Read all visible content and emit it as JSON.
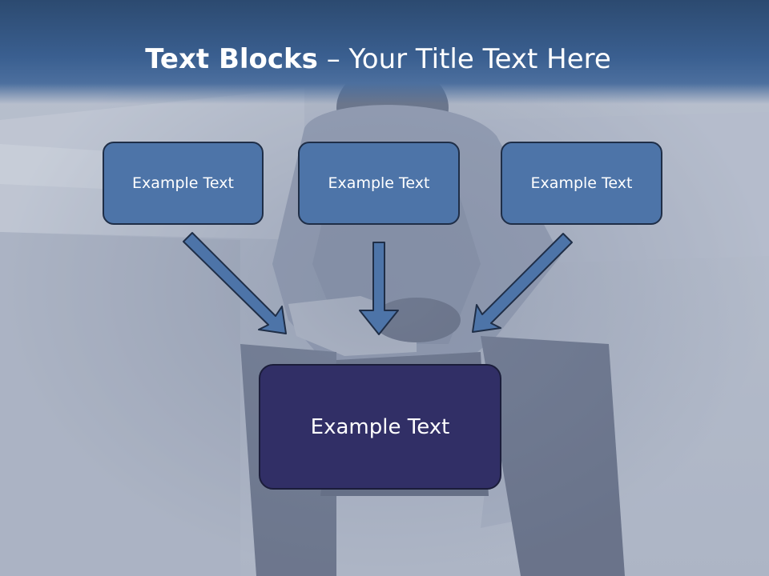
{
  "slide": {
    "title_bold": "Text Blocks",
    "title_dash": " – ",
    "title_rest": "Your Title Text Here"
  },
  "blocks": {
    "top_left": "Example Text",
    "top_center": "Example Text",
    "top_right": "Example Text",
    "bottom": "Example Text"
  },
  "colors": {
    "title_bar": "#3a5f90",
    "box_fill": "#4d74a8",
    "bottom_box_fill": "#312f66",
    "arrow_fill": "#4d74a8",
    "background": "#aab2c4"
  },
  "background_image": "person-holding-game-controller-photo"
}
